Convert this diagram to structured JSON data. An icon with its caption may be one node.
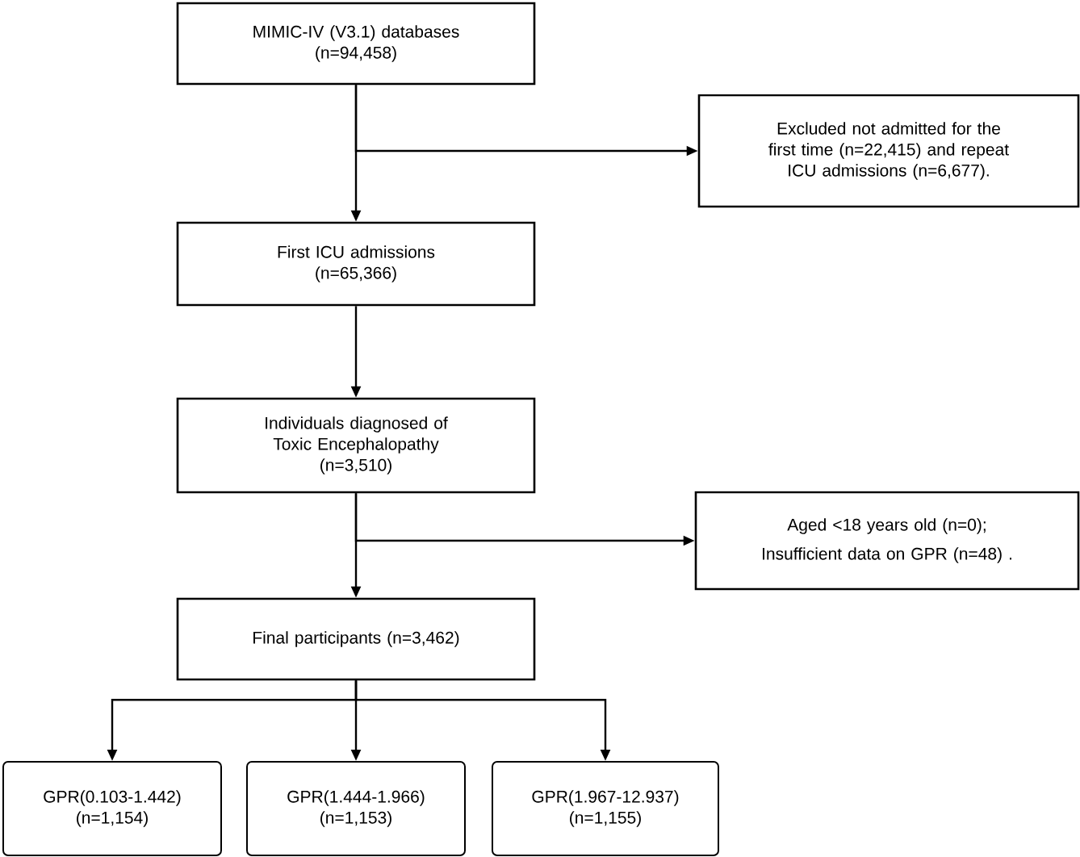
{
  "diagram": {
    "nodes": [
      {
        "text": [
          "MIMIC-IV (V3.1) databases",
          "(n=94,458)"
        ]
      },
      {
        "text": [
          "Excluded not admitted for the first time (n=22,415) and repeat ICU admissions (n=6,677)."
        ]
      },
      {
        "text": [
          "First ICU admissions",
          "(n=65,366)"
        ]
      },
      {
        "text": [
          "Individuals diagnosed of Toxic Encephalopathy",
          "(n=3,510)"
        ]
      },
      {
        "text": [
          "Aged <18 years old (n=0);",
          "Insufficient data on GPR (n=48) ."
        ]
      },
      {
        "text": [
          "Final participants (n=3,462)"
        ]
      },
      {
        "text": [
          "GPR(0.103-1.442)",
          "(n=1,154)"
        ]
      },
      {
        "text": [
          "GPR(1.444-1.966)",
          "(n=1,153)"
        ]
      },
      {
        "text": [
          "GPR(1.967-12.937)",
          "(n=1,155)"
        ]
      }
    ],
    "edges": [
      {
        "from": 0,
        "to": 2,
        "arrow": "to"
      },
      {
        "from": 0,
        "to": 1,
        "arrow": "to"
      },
      {
        "from": 2,
        "to": 3,
        "arrow": "to"
      },
      {
        "from": 3,
        "to": 5,
        "arrow": "to"
      },
      {
        "from": 3,
        "to": 4,
        "arrow": "to"
      },
      {
        "from": 5,
        "to": 6,
        "arrow": "to"
      },
      {
        "from": 5,
        "to": 7,
        "arrow": "to"
      },
      {
        "from": 5,
        "to": 8,
        "arrow": "to"
      }
    ]
  }
}
